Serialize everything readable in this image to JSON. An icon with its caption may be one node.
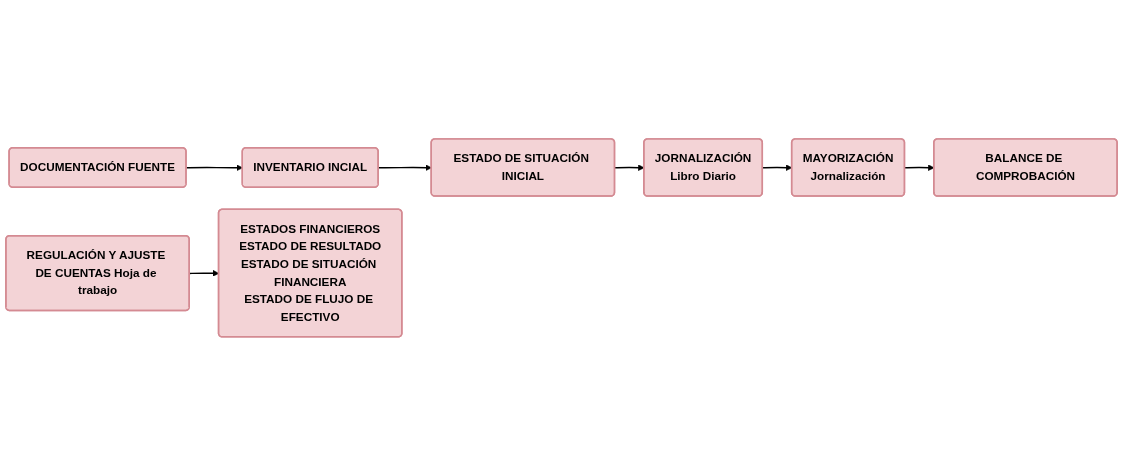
{
  "diagram": {
    "nodes": [
      {
        "text": [
          "DOCUMENTACIÓN FUENTE"
        ]
      },
      {
        "text": [
          "INVENTARIO INCIAL"
        ]
      },
      {
        "text": [
          "ESTADO DE SITUACIÓN INICIAL"
        ]
      },
      {
        "text": [
          "JORNALIZACIÓN",
          "Libro Diario"
        ]
      },
      {
        "text": [
          "MAYORIZACIÓN",
          "Jornalización"
        ]
      },
      {
        "text": [
          "BALANCE DE COMPROBACIÓN"
        ]
      },
      {
        "text": [
          "REGULACIÓN Y AJUSTE DE CUENTAS Hoja de trabajo"
        ]
      },
      {
        "text": [
          "ESTADOS FINANCIEROS",
          "ESTADO DE RESULTADO",
          "ESTADO DE SITUACIÓN FINANCIERA",
          "ESTADO DE FLUJO DE EFECTIVO"
        ]
      }
    ],
    "edges": [
      {
        "from": 0,
        "to": 1,
        "arrow": "to"
      },
      {
        "from": 1,
        "to": 2,
        "arrow": "to"
      },
      {
        "from": 2,
        "to": 3,
        "arrow": "to"
      },
      {
        "from": 3,
        "to": 4,
        "arrow": "to"
      },
      {
        "from": 4,
        "to": 5,
        "arrow": "to"
      },
      {
        "from": 6,
        "to": 7,
        "arrow": "to"
      }
    ]
  }
}
